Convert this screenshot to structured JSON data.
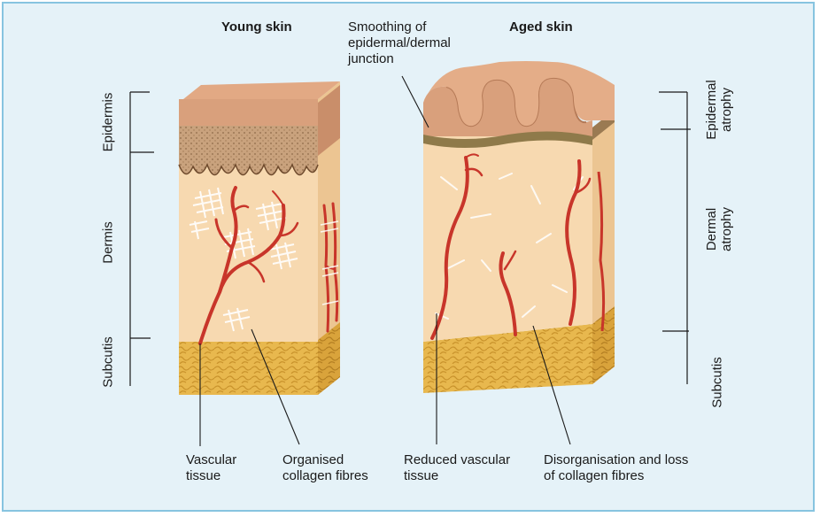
{
  "titles": {
    "young": "Young skin",
    "aged": "Aged skin"
  },
  "layer_labels_left": {
    "epidermis": "Epidermis",
    "dermis": "Dermis",
    "subcutis": "Subcutis"
  },
  "layer_labels_right": {
    "epidermal_atrophy": "Epidermal\natrophy",
    "dermal_atrophy": "Dermal\natrophy",
    "subcutis": "Subcutis"
  },
  "callouts": {
    "smoothing": "Smoothing of\nepidermal/dermal\njunction",
    "vascular_tissue": "Vascular\ntissue",
    "organised_collagen": "Organised\ncollagen fibres",
    "reduced_vascular": "Reduced vascular\ntissue",
    "disorganisation": "Disorganisation and loss\nof collagen fibres"
  },
  "colors": {
    "frame_border": "#87c4e0",
    "frame_fill": "#e5f2f8",
    "epidermis": "#d9a07c",
    "dermis": "#f7d9b0",
    "subcutis": "#e8b84e",
    "vessel": "#c8352a",
    "collagen": "#ffffff"
  }
}
